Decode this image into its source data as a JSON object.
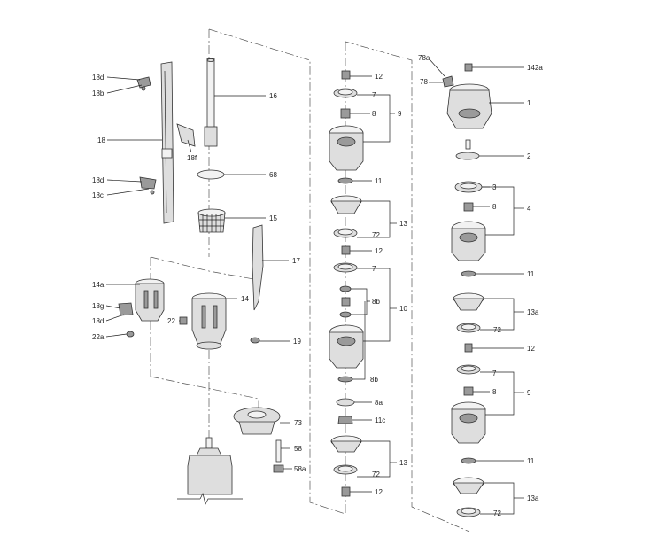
{
  "diagram": {
    "labels": {
      "l18d_a": "18d",
      "l18b": "18b",
      "l18": "18",
      "l18d_b": "18d",
      "l18c": "18c",
      "l18f": "18f",
      "l16": "16",
      "l68": "68",
      "l15": "15",
      "l17": "17",
      "l19": "19",
      "l14a": "14a",
      "l18g": "18g",
      "l18d_c": "18d",
      "l22a": "22a",
      "l22": "22",
      "l14": "14",
      "l73": "73",
      "l58": "58",
      "l58a": "58a",
      "m12_a": "12",
      "m7_a": "7",
      "m8_a": "8",
      "m9_a": "9",
      "m11_a": "11",
      "m13_a": "13",
      "m72_a": "72",
      "m12_b": "12",
      "m7_b": "7",
      "m8b_a": "8b",
      "m10": "10",
      "m8b_b": "8b",
      "m8a": "8a",
      "m11c": "11c",
      "m13_b": "13",
      "m72_b": "72",
      "m12_c": "12",
      "r78a": "78a",
      "r78": "78",
      "r142a": "142a",
      "r1": "1",
      "r2": "2",
      "r3": "3",
      "r8_a": "8",
      "r4": "4",
      "r11_a": "11",
      "r13a_a": "13a",
      "r72_a": "72",
      "r12": "12",
      "r7": "7",
      "r8_b": "8",
      "r9": "9",
      "r11_b": "11",
      "r13a_b": "13a",
      "r72_b": "72"
    }
  }
}
